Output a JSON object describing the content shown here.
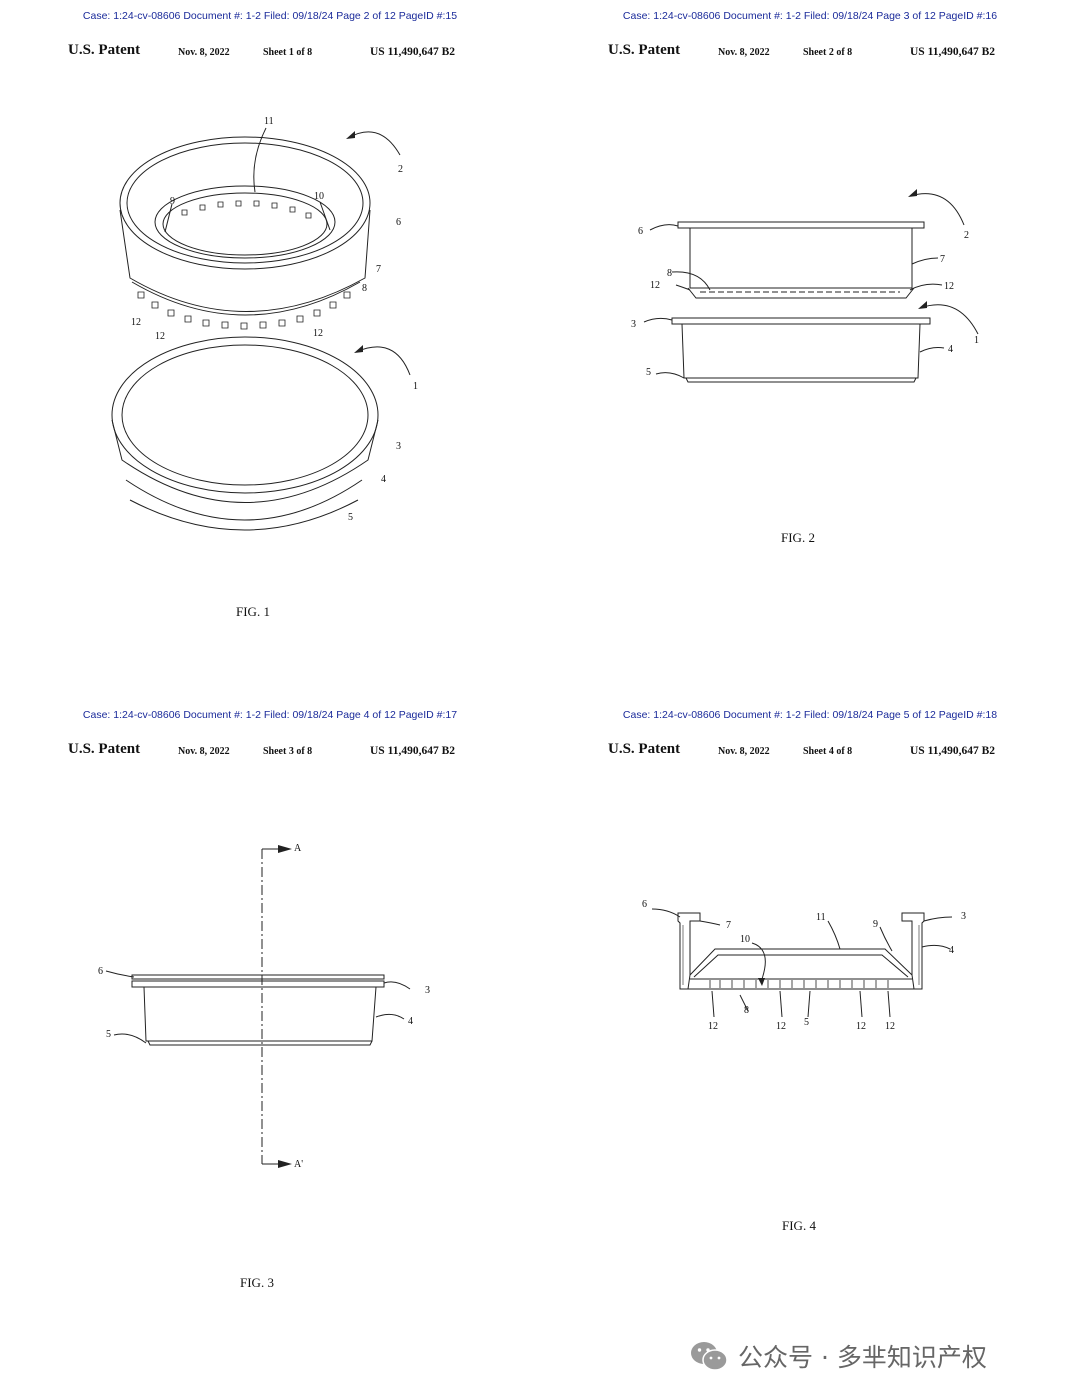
{
  "sheets": [
    {
      "case": "Case: 1:24-cv-08606 Document #: 1-2 Filed: 09/18/24 Page 2 of 12 PageID #:15",
      "patent": "U.S. Patent",
      "date": "Nov. 8, 2022",
      "sheet": "Sheet 1 of 8",
      "number": "US 11,490,647 B2",
      "figure": "FIG. 1"
    },
    {
      "case": "Case: 1:24-cv-08606 Document #: 1-2 Filed: 09/18/24 Page 3 of 12 PageID #:16",
      "patent": "U.S. Patent",
      "date": "Nov. 8, 2022",
      "sheet": "Sheet 2 of 8",
      "number": "US 11,490,647 B2",
      "figure": "FIG. 2"
    },
    {
      "case": "Case: 1:24-cv-08606 Document #: 1-2 Filed: 09/18/24 Page 4 of 12 PageID #:17",
      "patent": "U.S. Patent",
      "date": "Nov. 8, 2022",
      "sheet": "Sheet 3 of 8",
      "number": "US 11,490,647 B2",
      "figure": "FIG. 3"
    },
    {
      "case": "Case: 1:24-cv-08606 Document #: 1-2 Filed: 09/18/24 Page 5 of 12 PageID #:18",
      "patent": "U.S. Patent",
      "date": "Nov. 8, 2022",
      "sheet": "Sheet 4 of 8",
      "number": "US 11,490,647 B2",
      "figure": "FIG. 4"
    }
  ],
  "fig1_labels": {
    "l11": "11",
    "l2": "2",
    "l9": "9",
    "l10": "10",
    "l6": "6",
    "l7": "7",
    "l8": "8",
    "l12a": "12",
    "l12b": "12",
    "l12c": "12",
    "l1": "1",
    "l3": "3",
    "l4": "4",
    "l5": "5"
  },
  "fig2_labels": {
    "l2": "2",
    "l6": "6",
    "l7": "7",
    "l8": "8",
    "l12a": "12",
    "l12b": "12",
    "l3": "3",
    "l1": "1",
    "l4": "4",
    "l5": "5"
  },
  "fig3_labels": {
    "a": "A",
    "a_prime": "A'",
    "l6": "6",
    "l3": "3",
    "l4": "4",
    "l5": "5"
  },
  "fig4_labels": {
    "l6": "6",
    "l7": "7",
    "l11": "11",
    "l9": "9",
    "l3": "3",
    "l10": "10",
    "l4": "4",
    "l8": "8",
    "l12a": "12",
    "l12b": "12",
    "l5": "5",
    "l12c": "12",
    "l12d": "12"
  },
  "watermark": {
    "text": "公众号 · 多芈知识产权",
    "icon": "wechat-icon"
  }
}
